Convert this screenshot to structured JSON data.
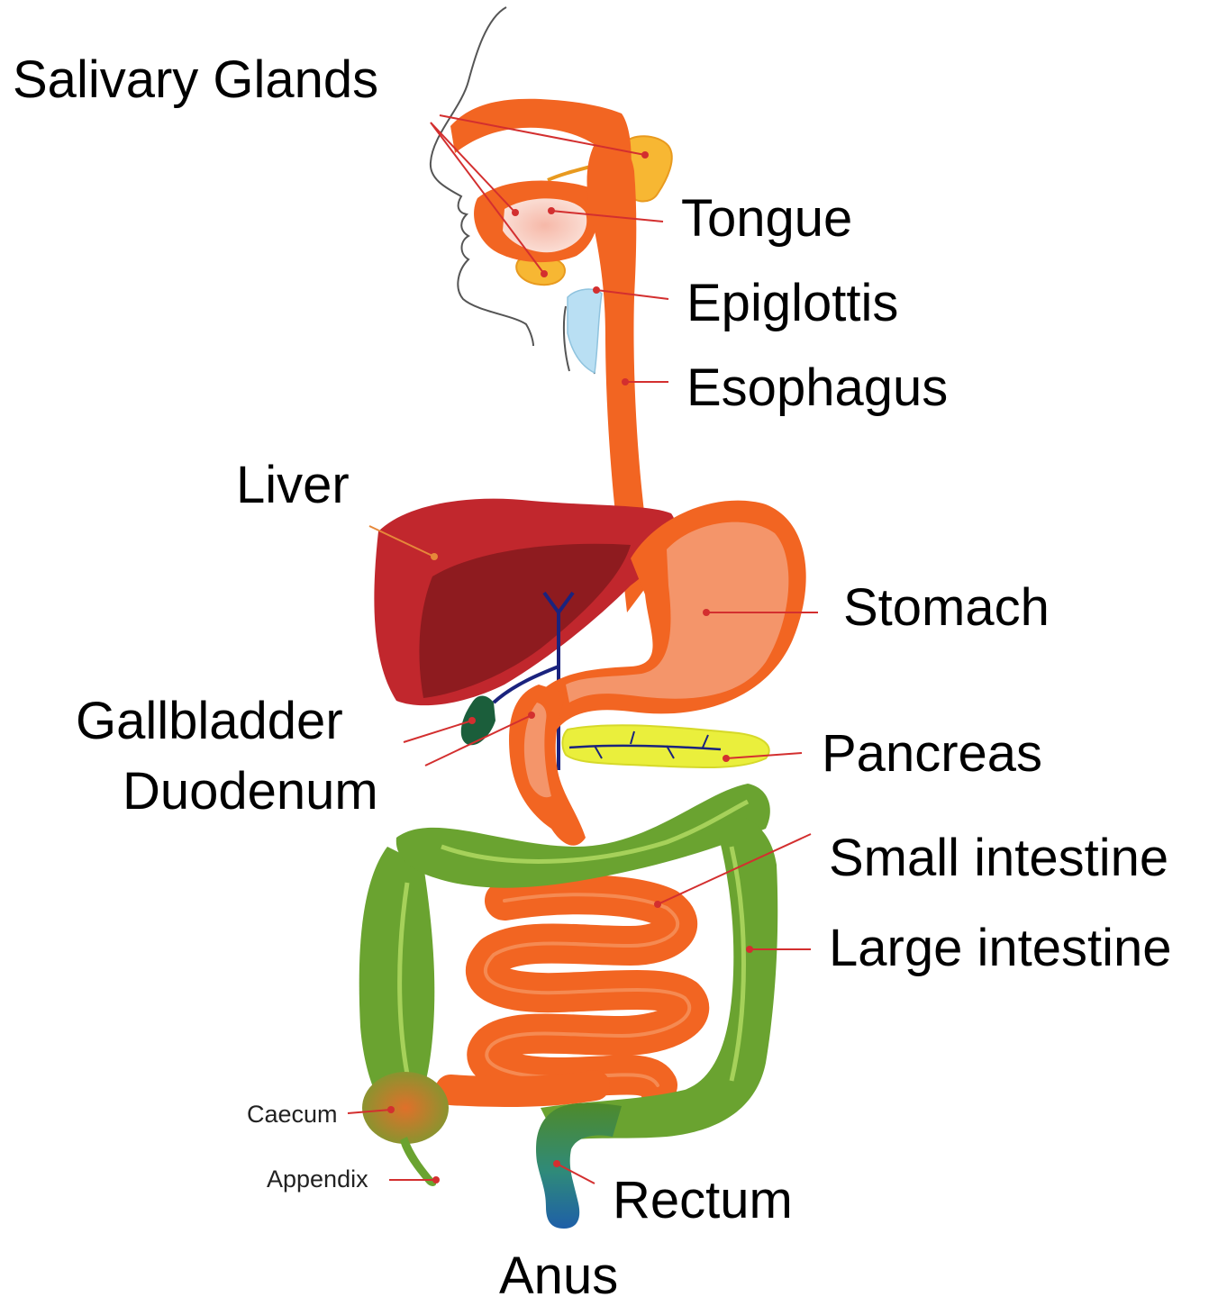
{
  "labels": {
    "salivary_glands": "Salivary Glands",
    "tongue": "Tongue",
    "epiglottis": "Epiglottis",
    "esophagus": "Esophagus",
    "liver": "Liver",
    "stomach": "Stomach",
    "gallbladder": "Gallbladder",
    "duodenum": "Duodenum",
    "pancreas": "Pancreas",
    "small_intestine": "Small intestine",
    "large_intestine": "Large intestine",
    "caecum": "Caecum",
    "appendix": "Appendix",
    "rectum": "Rectum",
    "anus": "Anus"
  },
  "colors": {
    "tract": "#f26522",
    "stomach_fill": "#f4956a",
    "liver_light": "#c1272d",
    "liver_dark": "#8e1b1f",
    "gallbladder": "#1b5e3b",
    "bile_duct": "#1a237e",
    "pancreas": "#eaef3c",
    "large_intestine": "#6aa330",
    "large_intestine_dark": "#4e8a2a",
    "rectum": "#1e6aa8",
    "salivary": "#f7b733",
    "trachea": "#b9dff3",
    "leader": "#d32f2f"
  }
}
